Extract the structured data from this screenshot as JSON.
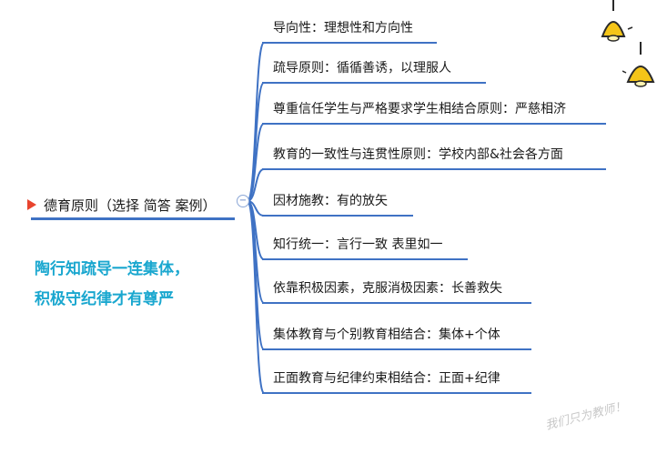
{
  "root": {
    "label": "德育原则（选择 简答 案例）",
    "collapse_symbol": "−"
  },
  "branches": [
    "导向性：理想性和方向性",
    "疏导原则：循循善诱，以理服人",
    "尊重信任学生与严格要求学生相结合原则：严慈相济",
    "教育的一致性与连贯性原则：学校内部&社会各方面",
    "因材施教：有的放矢",
    "知行统一：言行一致 表里如一",
    "依靠积极因素，克服消极因素：长善救失",
    "集体教育与个别教育相结合：集体+个体",
    "正面教育与纪律约束相结合：正面+纪律"
  ],
  "motto": {
    "line1": "陶行知疏导一连集体，",
    "line2": "积极守纪律才有尊严"
  },
  "watermark": "我们只为教师！",
  "colors": {
    "accent": "#3f72c4",
    "motto": "#1aa7cf",
    "flag": "#e8442e",
    "lamp": "#f5c518"
  },
  "icons": [
    "flag-icon",
    "collapse-icon",
    "lamp-icon"
  ]
}
